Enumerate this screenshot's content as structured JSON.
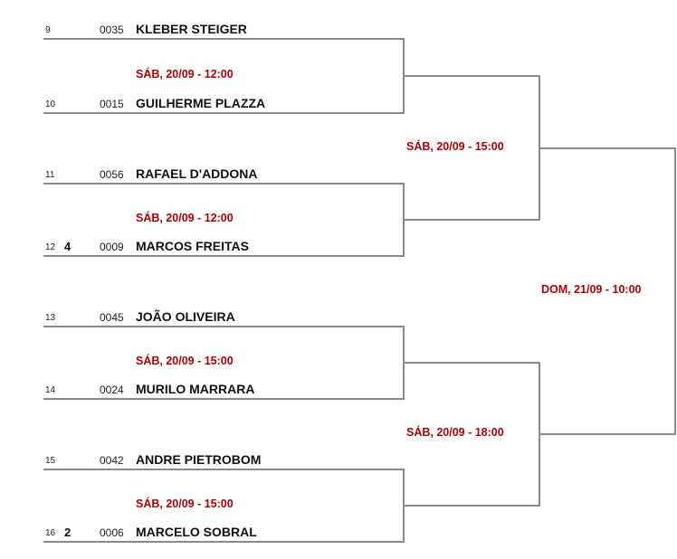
{
  "match_color": "#b00000",
  "line_color": "#8a8a8a",
  "round1": [
    {
      "time": "SÁB, 20/09 - 12:00",
      "players": [
        {
          "pos": "9",
          "seed": "",
          "num": "0035",
          "name": "KLEBER STEIGER"
        },
        {
          "pos": "10",
          "seed": "",
          "num": "0015",
          "name": "GUILHERME PLAZZA"
        }
      ]
    },
    {
      "time": "SÁB, 20/09 - 12:00",
      "players": [
        {
          "pos": "11",
          "seed": "",
          "num": "0056",
          "name": "RAFAEL D'ADDONA"
        },
        {
          "pos": "12",
          "seed": "4",
          "num": "0009",
          "name": "MARCOS FREITAS"
        }
      ]
    },
    {
      "time": "SÁB, 20/09 - 15:00",
      "players": [
        {
          "pos": "13",
          "seed": "",
          "num": "0045",
          "name": "JOÃO OLIVEIRA"
        },
        {
          "pos": "14",
          "seed": "",
          "num": "0024",
          "name": "MURILO MARRARA"
        }
      ]
    },
    {
      "time": "SÁB, 20/09 - 15:00",
      "players": [
        {
          "pos": "15",
          "seed": "",
          "num": "0042",
          "name": "ANDRE PIETROBOM"
        },
        {
          "pos": "16",
          "seed": "2",
          "num": "0006",
          "name": "MARCELO SOBRAL"
        }
      ]
    }
  ],
  "round2": [
    {
      "time": "SÁB, 20/09 - 15:00"
    },
    {
      "time": "SÁB, 20/09 - 18:00"
    }
  ],
  "round3": [
    {
      "time": "DOM, 21/09 - 10:00"
    }
  ]
}
